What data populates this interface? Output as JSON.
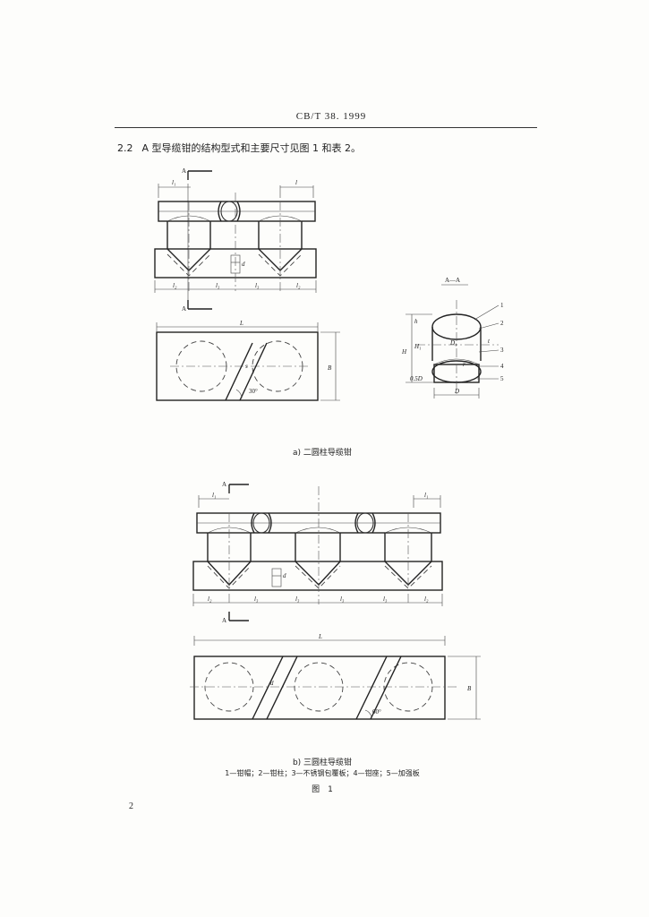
{
  "header": {
    "standard_code": "CB/T 38. 1999"
  },
  "clause": {
    "number": "2.2",
    "text": "A 型导缆钳的结构型式和主要尺寸见图 1 和表 2。"
  },
  "figure_a": {
    "caption": "a) 二圆柱导缆钳",
    "section_mark": "A",
    "section_title": "A—A",
    "angle": "30°",
    "dims": {
      "l1": "l₁",
      "l": "l",
      "l2": "l₂",
      "l3": "l₃",
      "L": "L",
      "B": "B",
      "h": "h",
      "H": "H",
      "H1": "H₁",
      "D": "D",
      "D1": "D₁",
      "d": "d",
      "t": "t",
      "s": "s",
      "r": "r",
      "hb": "0.5D"
    },
    "callouts": [
      "1",
      "2",
      "3",
      "4",
      "5"
    ]
  },
  "figure_b": {
    "caption": "b) 三圆柱导缆钳",
    "section_mark": "A",
    "angle": "60°",
    "dims": {
      "l1": "l₁",
      "l2": "l₂",
      "l3": "l₃",
      "L": "L",
      "B": "B",
      "d": "d"
    }
  },
  "legend": "1—钳帽；2—钳柱；3—不锈钢包覆板；4—钳座；5—加强板",
  "figure_label": "图　1",
  "page_number": "2"
}
